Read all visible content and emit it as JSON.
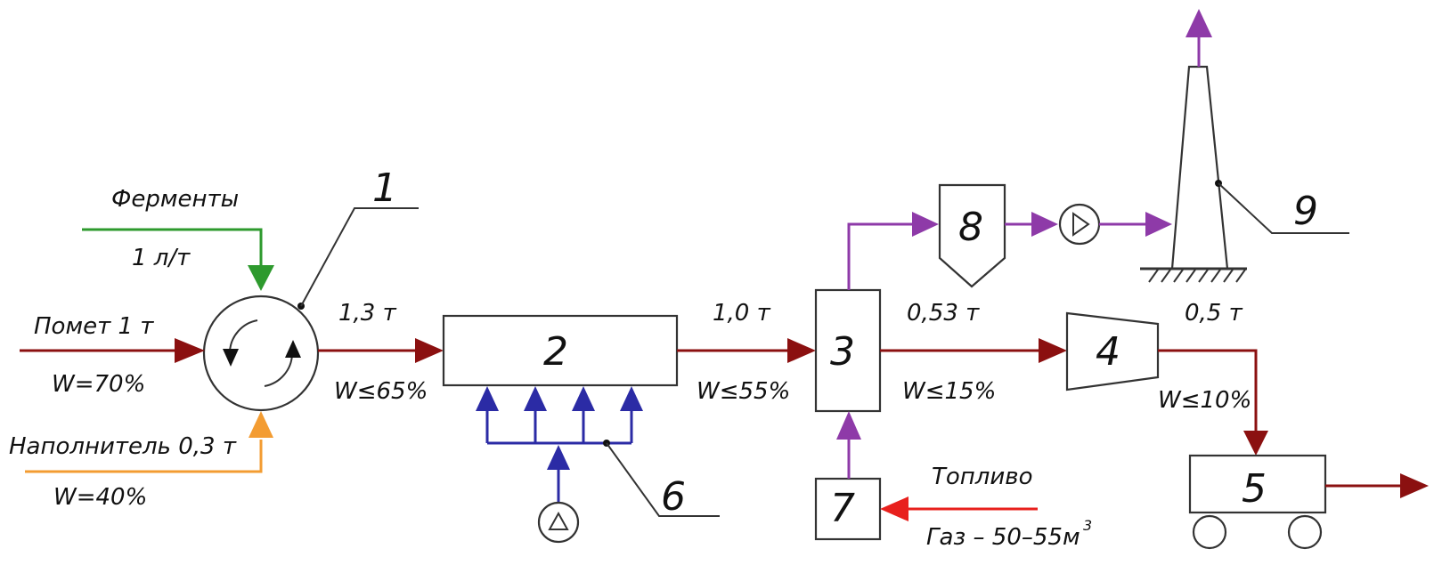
{
  "colors": {
    "main_flow": "#8b1010",
    "enzymes": "#2e9a2e",
    "filler": "#f39c32",
    "air": "#2b2ba5",
    "gas": "#8e3aa8",
    "fuel": "#e8201d"
  },
  "inputs": {
    "enzymes_name": "Ферменты",
    "enzymes_rate": "1 л/т",
    "manure_name": "Помет 1 т",
    "manure_moisture": "W=70%",
    "filler_name": "Наполнитель 0,3 т",
    "filler_moisture": "W=40%",
    "fuel_name": "Топливо",
    "gas_amount": "Газ – 50–55м",
    "gas_unit_exp": "3"
  },
  "flows": {
    "after_1_mass": "1,3 т",
    "after_1_moisture": "W≤65%",
    "after_2_mass": "1,0 т",
    "after_2_moisture": "W≤55%",
    "after_3_mass": "0,53 т",
    "after_3_moisture": "W≤15%",
    "after_4_mass": "0,5 т",
    "after_4_moisture": "W≤10%"
  },
  "units": {
    "u1": "1",
    "u2": "2",
    "u3": "3",
    "u4": "4",
    "u5": "5",
    "u6": "6",
    "u7": "7",
    "u8": "8",
    "u9": "9"
  },
  "icons": {
    "mixer": "rotating-mixer-icon",
    "fan": "fan-icon",
    "exhaust": "exhaust-stack-icon",
    "cart": "cart-icon"
  }
}
